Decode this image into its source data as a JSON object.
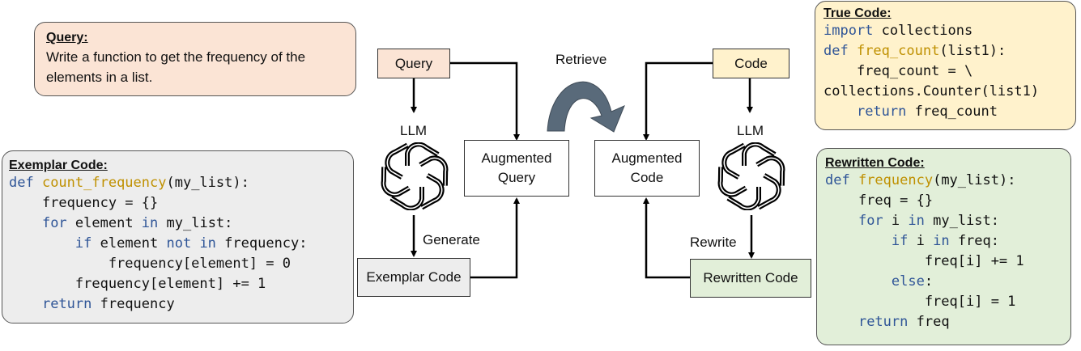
{
  "query_panel": {
    "title": "Query:",
    "text": "Write a function to get the frequency of the elements in a list."
  },
  "exemplar_panel": {
    "title": "Exemplar Code:",
    "lines": [
      [
        {
          "t": "def ",
          "c": "kw"
        },
        {
          "t": "count_frequency",
          "c": "fn"
        },
        {
          "t": "(my_list):",
          "c": ""
        }
      ],
      [
        {
          "t": "    frequency = {}",
          "c": ""
        }
      ],
      [
        {
          "t": "    ",
          "c": ""
        },
        {
          "t": "for",
          "c": "kw"
        },
        {
          "t": " element ",
          "c": ""
        },
        {
          "t": "in",
          "c": "kw"
        },
        {
          "t": " my_list:",
          "c": ""
        }
      ],
      [
        {
          "t": "        ",
          "c": ""
        },
        {
          "t": "if",
          "c": "kw"
        },
        {
          "t": " element ",
          "c": ""
        },
        {
          "t": "not in",
          "c": "kw"
        },
        {
          "t": " frequency:",
          "c": ""
        }
      ],
      [
        {
          "t": "            frequency[element] = 0",
          "c": ""
        }
      ],
      [
        {
          "t": "        frequency[element] += 1",
          "c": ""
        }
      ],
      [
        {
          "t": "    ",
          "c": ""
        },
        {
          "t": "return",
          "c": "kw"
        },
        {
          "t": " frequency",
          "c": ""
        }
      ]
    ]
  },
  "true_code_panel": {
    "title": "True Code:",
    "lines": [
      [
        {
          "t": "import",
          "c": "kw"
        },
        {
          "t": " collections",
          "c": ""
        }
      ],
      [
        {
          "t": "def ",
          "c": "kw"
        },
        {
          "t": "freq_count",
          "c": "fn"
        },
        {
          "t": "(list1):",
          "c": ""
        }
      ],
      [
        {
          "t": "    freq_count = \\",
          "c": ""
        }
      ],
      [
        {
          "t": "collections.Counter(list1)",
          "c": ""
        }
      ],
      [
        {
          "t": "    ",
          "c": ""
        },
        {
          "t": "return",
          "c": "kw"
        },
        {
          "t": " freq_count",
          "c": ""
        }
      ]
    ]
  },
  "rewritten_panel": {
    "title": "Rewritten Code:",
    "lines": [
      [
        {
          "t": "def ",
          "c": "kw"
        },
        {
          "t": "frequency",
          "c": "fn"
        },
        {
          "t": "(my_list):",
          "c": ""
        }
      ],
      [
        {
          "t": "    freq = {}",
          "c": ""
        }
      ],
      [
        {
          "t": "    ",
          "c": ""
        },
        {
          "t": "for",
          "c": "kw"
        },
        {
          "t": " i ",
          "c": ""
        },
        {
          "t": "in",
          "c": "kw"
        },
        {
          "t": " my_list:",
          "c": ""
        }
      ],
      [
        {
          "t": "        ",
          "c": ""
        },
        {
          "t": "if",
          "c": "kw"
        },
        {
          "t": " i ",
          "c": ""
        },
        {
          "t": "in",
          "c": "kw"
        },
        {
          "t": " freq:",
          "c": ""
        }
      ],
      [
        {
          "t": "            freq[i] += 1",
          "c": ""
        }
      ],
      [
        {
          "t": "        ",
          "c": ""
        },
        {
          "t": "else",
          "c": "kw"
        },
        {
          "t": ":",
          "c": ""
        }
      ],
      [
        {
          "t": "            freq[i] = 1",
          "c": ""
        }
      ],
      [
        {
          "t": "    ",
          "c": ""
        },
        {
          "t": "return",
          "c": "kw"
        },
        {
          "t": " freq",
          "c": ""
        }
      ]
    ]
  },
  "nodes": {
    "query": "Query",
    "augmented_query_1": "Augmented",
    "augmented_query_2": "Query",
    "exemplar_code": "Exemplar Code",
    "code": "Code",
    "augmented_code_1": "Augmented",
    "augmented_code_2": "Code",
    "rewritten_code": "Rewritten Code"
  },
  "labels": {
    "llm_left": "LLM",
    "llm_right": "LLM",
    "generate": "Generate",
    "rewrite": "Rewrite",
    "retrieve": "Retrieve"
  },
  "colors": {
    "query_fill": "#fbe4d5",
    "exemplar_fill": "#ededed",
    "true_code_fill": "#fff2cc",
    "rewritten_fill": "#e2efd9",
    "node_query_fill": "#fbe4d5",
    "node_code_fill": "#fff2cc",
    "node_exemplar_fill": "#ededed",
    "node_rewritten_fill": "#e2efd9",
    "keyword": "#2f5597",
    "function": "#bf9000",
    "retrieve_arrow": "#596a7a"
  },
  "icons": {
    "llm_left": "openai-logo-icon",
    "llm_right": "openai-logo-icon",
    "retrieve": "curved-arrow-icon"
  }
}
